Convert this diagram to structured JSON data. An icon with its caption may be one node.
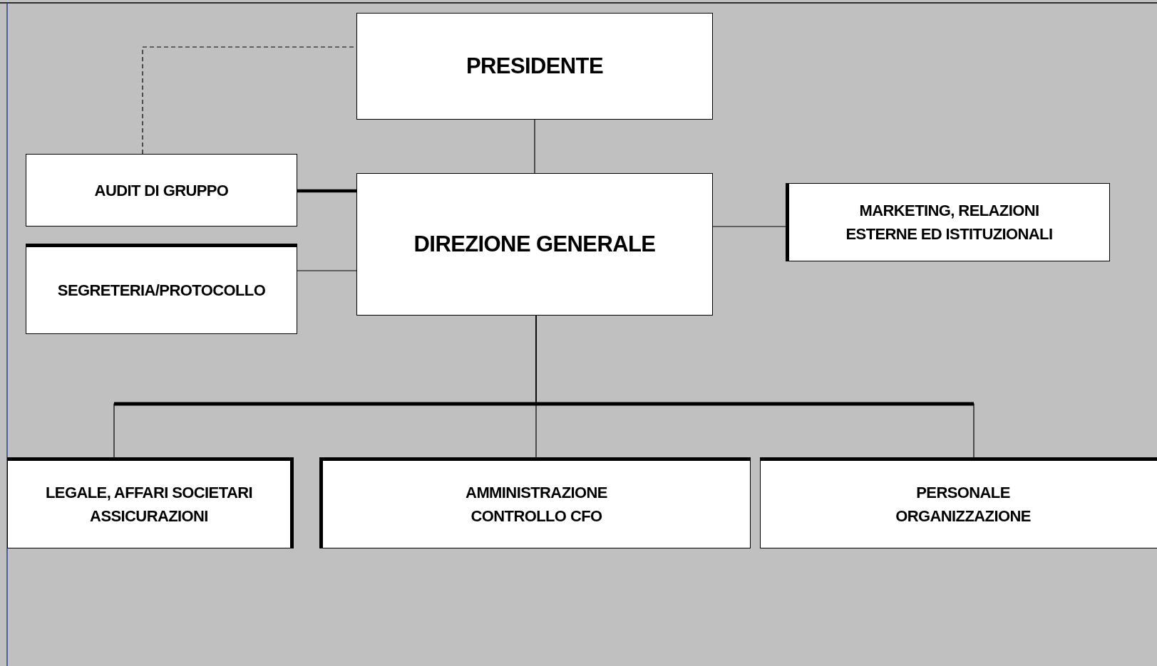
{
  "diagram": {
    "nodes": [
      {
        "text": [
          "PRESIDENTE"
        ]
      },
      {
        "text": [
          "AUDIT DI GRUPPO"
        ]
      },
      {
        "text": [
          "DIREZIONE GENERALE"
        ]
      },
      {
        "text": [
          "SEGRETERIA/PROTOCOLLO"
        ]
      },
      {
        "text": [
          "MARKETING, RELAZIONI ESTERNE ED ISTITUZIONALI"
        ]
      },
      {
        "text": [
          "LEGALE, AFFARI SOCIETARI ASSICURAZIONI"
        ]
      },
      {
        "text": [
          "AMMINISTRAZIONE CONTROLLO CFO"
        ]
      },
      {
        "text": [
          "PERSONALE ORGANIZZAZIONE"
        ]
      }
    ],
    "edges": [
      {
        "from": 0,
        "to": 2,
        "arrow": "none"
      },
      {
        "from": 1,
        "to": 0,
        "arrow": "none",
        "style": "dashed"
      },
      {
        "from": 1,
        "to": 2,
        "arrow": "none",
        "style": "thick"
      },
      {
        "from": 3,
        "to": 2,
        "arrow": "none"
      },
      {
        "from": 2,
        "to": 4,
        "arrow": "none"
      },
      {
        "from": 2,
        "to": 5,
        "arrow": "none"
      },
      {
        "from": 2,
        "to": 6,
        "arrow": "none"
      },
      {
        "from": 2,
        "to": 7,
        "arrow": "none"
      }
    ]
  }
}
